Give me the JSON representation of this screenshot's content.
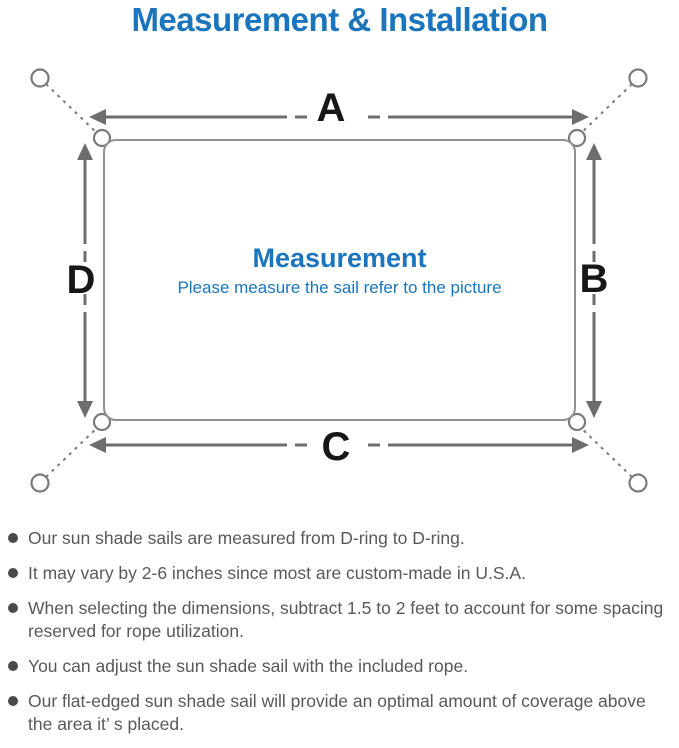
{
  "title": "Measurement & Installation",
  "colors": {
    "accent_blue": "#1b75bc",
    "arrow_gray": "#6d6d6d",
    "outline_gray": "#8f8f8f",
    "note_text_gray": "#595959"
  },
  "diagram": {
    "labels": {
      "top": "A",
      "right": "B",
      "bottom": "C",
      "left": "D"
    },
    "center_title": "Measurement",
    "center_subtitle": "Please measure the sail refer to the picture"
  },
  "notes": [
    "Our sun shade sails are measured from D-ring to D-ring.",
    "It may vary by 2-6 inches since most are custom-made in U.S.A.",
    "When selecting the dimensions, subtract 1.5 to 2 feet to account for some spacing reserved for rope utilization.",
    "You can adjust the sun shade sail with the included rope.",
    "Our flat-edged sun shade sail will provide an optimal amount of coverage above the area it’ s placed."
  ]
}
